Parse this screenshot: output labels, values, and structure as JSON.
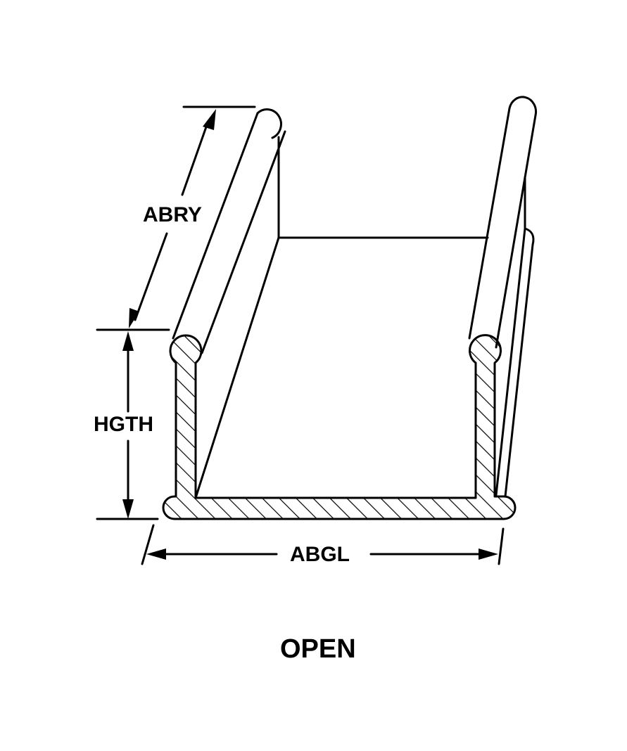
{
  "diagram": {
    "dimensions": {
      "length_label": "ABRY",
      "height_label": "HGTH",
      "width_label": "ABGL"
    },
    "caption": "OPEN",
    "colors": {
      "line": "#000000",
      "background": "#ffffff"
    }
  }
}
